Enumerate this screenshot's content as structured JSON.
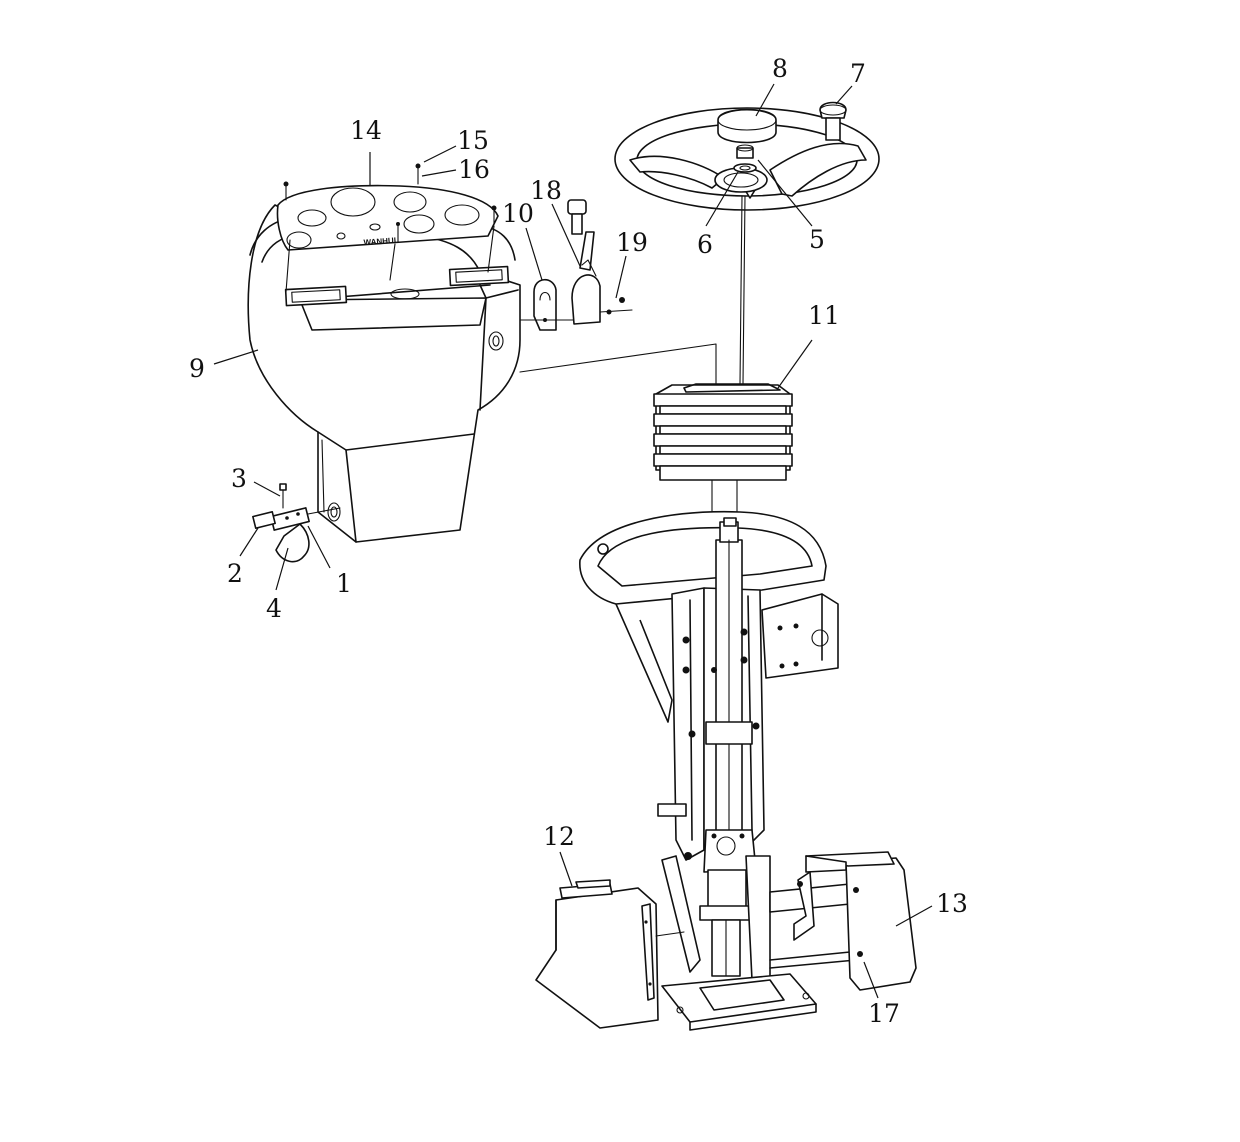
{
  "diagram": {
    "type": "exploded-parts-drawing",
    "part_numbers": [
      "1",
      "2",
      "3",
      "4",
      "5",
      "6",
      "7",
      "8",
      "9",
      "10",
      "11",
      "12",
      "13",
      "14",
      "15",
      "16",
      "17",
      "18",
      "19"
    ],
    "console_marking": "WANHUI",
    "line_color": "#111111",
    "background": "#ffffff"
  }
}
